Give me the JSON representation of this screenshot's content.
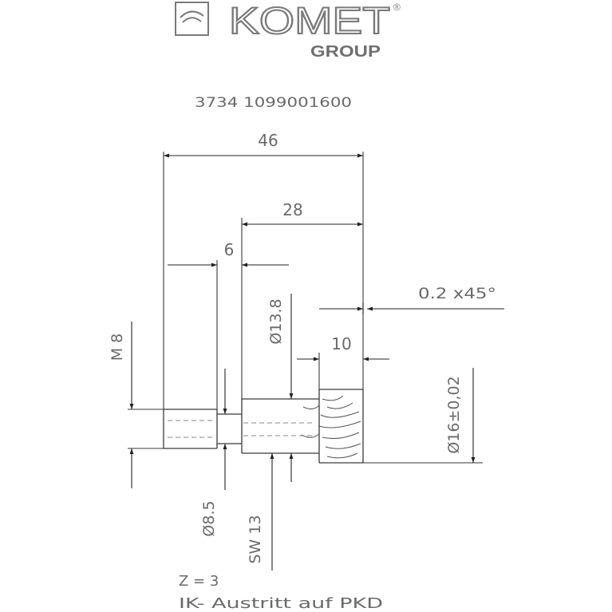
{
  "header": {
    "brand": "KOMET",
    "registered_mark": "®",
    "group": "GROUP"
  },
  "part_number": "3734 1099001600",
  "dimensions": {
    "overall_length": "46",
    "head_length": "28",
    "neck_length": "6",
    "chamfer": "0.2 x45°",
    "cutting_length": "10",
    "thread": "M 8",
    "body_diameter": "Ø13.8",
    "cutter_diameter": "Ø16±0,02",
    "neck_diameter": "Ø8.5",
    "wrench_size": "SW 13"
  },
  "notes": {
    "teeth": "Z = 3",
    "coolant": "IK- Austritt auf PKD"
  },
  "colors": {
    "line": "#3a3a3a",
    "text": "#6a6a6a",
    "logo": "#7a7a7a"
  }
}
